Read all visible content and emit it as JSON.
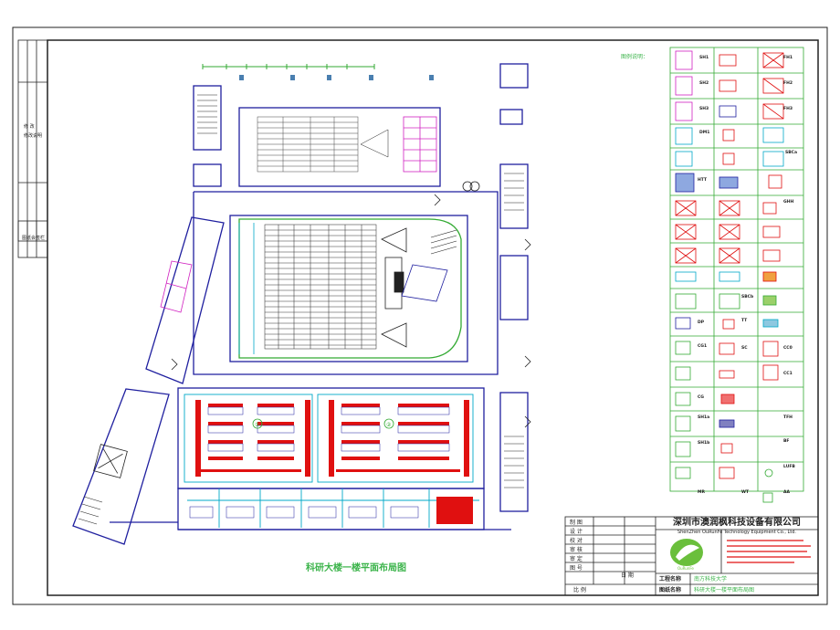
{
  "drawing": {
    "title": "科研大楼一楼平面布局图",
    "legend_caption": "图例说明：",
    "room_markers": [
      "①",
      "②"
    ]
  },
  "legend": {
    "codes": [
      "SH1",
      "SH2",
      "SH3",
      "DM1",
      "SBCa",
      "HTT",
      "FH1",
      "FH2",
      "FH3",
      "GHH",
      "SBCb",
      "DP",
      "TT",
      "CG1",
      "SC",
      "CC0",
      "CC1",
      "CG",
      "BF",
      "SH1a",
      "SH1b",
      "TFH",
      "LUFB",
      "AA",
      "MR",
      "WT"
    ]
  },
  "title_block": {
    "company_cn": "深圳市澳润枫科技设备有限公司",
    "company_en": "ShenZhen OuRunFe Technology Equipment Co., Ltd.",
    "logo_text": "OuRunFe",
    "project_label": "工程名称",
    "project_value": "南方科技大学",
    "drawing_label": "图纸名称",
    "drawing_value": "科研大楼一楼平面布局图",
    "roles": [
      "制 图",
      "设 计",
      "校 对",
      "审 核",
      "审 定",
      "图 号"
    ],
    "scale_label": "比 例",
    "date_label": "日 期"
  },
  "side_table": {
    "rows": [
      "修 改",
      "修改说明",
      "图纸会签栏"
    ]
  },
  "colors": {
    "frame": "#1a1a1a",
    "wall": "#1f1f9f",
    "cyan": "#00a8c8",
    "magenta": "#d020c0",
    "red": "#e01010",
    "green_grid": "#33aa33",
    "title_green": "#3cb44b",
    "logo_green": "#6abf3c"
  }
}
